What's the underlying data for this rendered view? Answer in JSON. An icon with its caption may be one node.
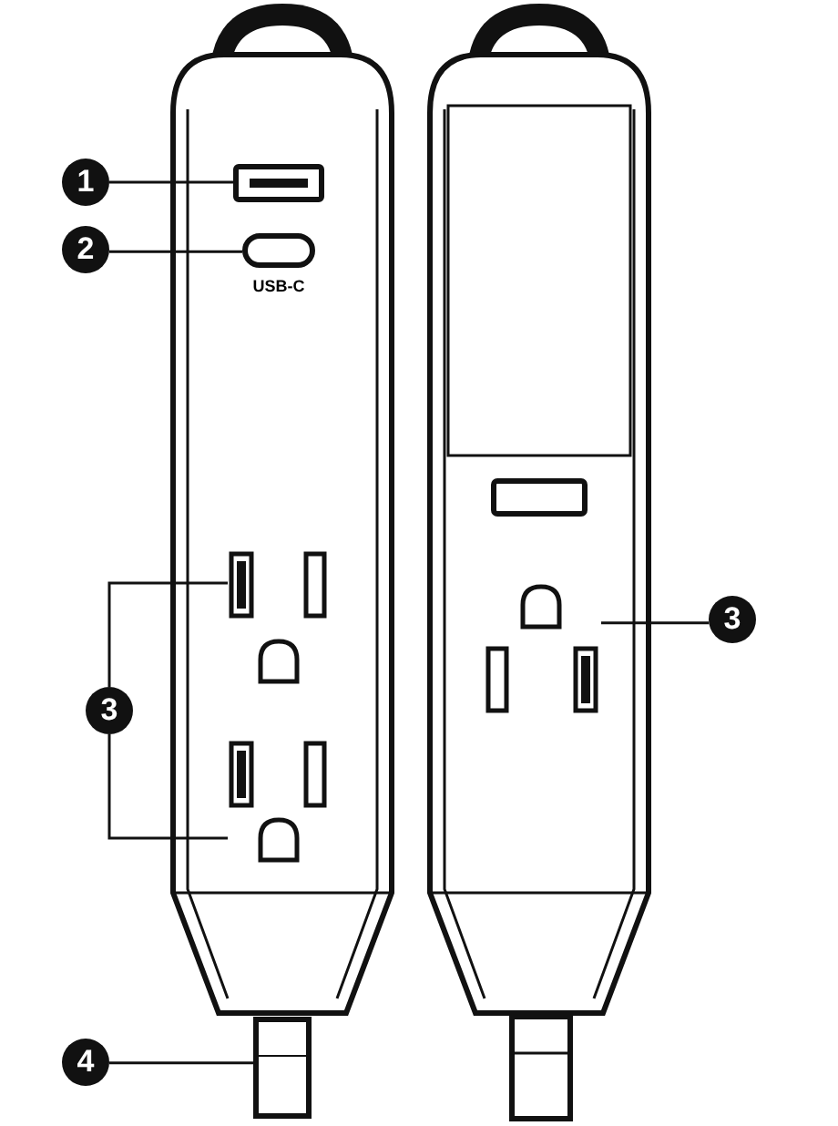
{
  "diagram": {
    "nodes": [
      {
        "text": [
          "1"
        ]
      },
      {
        "text": [],
        "shape": "box"
      },
      {
        "text": [
          "2"
        ]
      },
      {
        "text": [],
        "shape": "box",
        "beside": [
          "USB-C"
        ]
      },
      {
        "text": [
          "3"
        ]
      },
      {
        "text": [],
        "shape": "box"
      },
      {
        "text": [],
        "shape": "box"
      },
      {
        "text": [
          "3"
        ]
      },
      {
        "text": [],
        "shape": "box"
      },
      {
        "text": [
          "4"
        ]
      },
      {
        "text": [],
        "shape": "cylinder"
      }
    ],
    "edges": [
      {
        "from": 0,
        "to": 1,
        "arrow": "none"
      },
      {
        "from": 2,
        "to": 3,
        "arrow": "none"
      },
      {
        "from": 4,
        "to": 5,
        "arrow": "none"
      },
      {
        "from": 4,
        "to": 6,
        "arrow": "none"
      },
      {
        "from": 7,
        "to": 8,
        "arrow": "none"
      },
      {
        "from": 9,
        "to": 10,
        "arrow": "none"
      }
    ]
  }
}
